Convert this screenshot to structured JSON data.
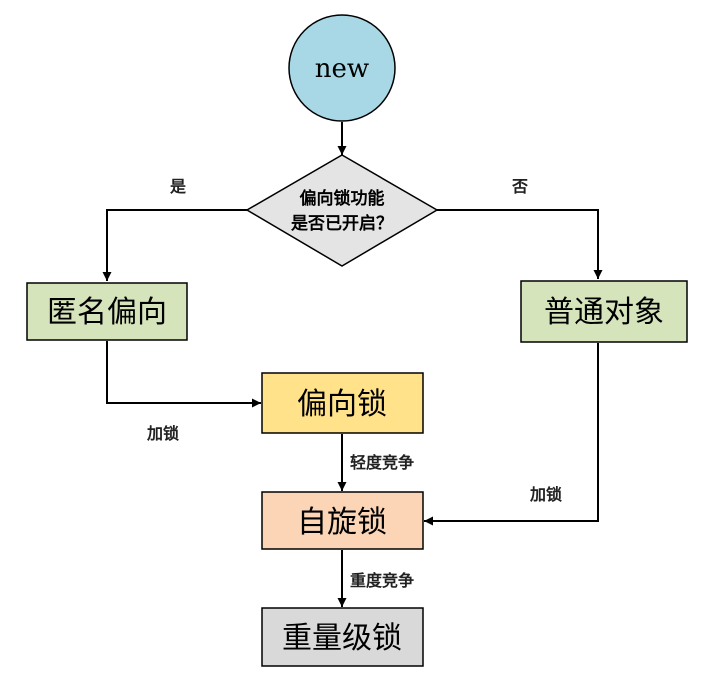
{
  "colors": {
    "start_fill": "#a8d8e6",
    "decision_fill": "#e4e4e4",
    "green_fill": "#d6e4bc",
    "yellow_fill": "#ffe28a",
    "orange_fill": "#fbd5b5",
    "gray_fill": "#d9d9d9",
    "stroke": "#000000"
  },
  "nodes": {
    "start": "new",
    "decision_line1": "偏向锁功能",
    "decision_line2": "是否已开启？",
    "anonymous_biased": "匿名偏向",
    "plain_object": "普通对象",
    "biased_lock": "偏向锁",
    "spin_lock": "自旋锁",
    "heavyweight_lock": "重量级锁"
  },
  "edges": {
    "yes": "是",
    "no": "否",
    "lock_left": "加锁",
    "light_contention": "轻度竞争",
    "lock_right": "加锁",
    "heavy_contention": "重度竞争"
  }
}
